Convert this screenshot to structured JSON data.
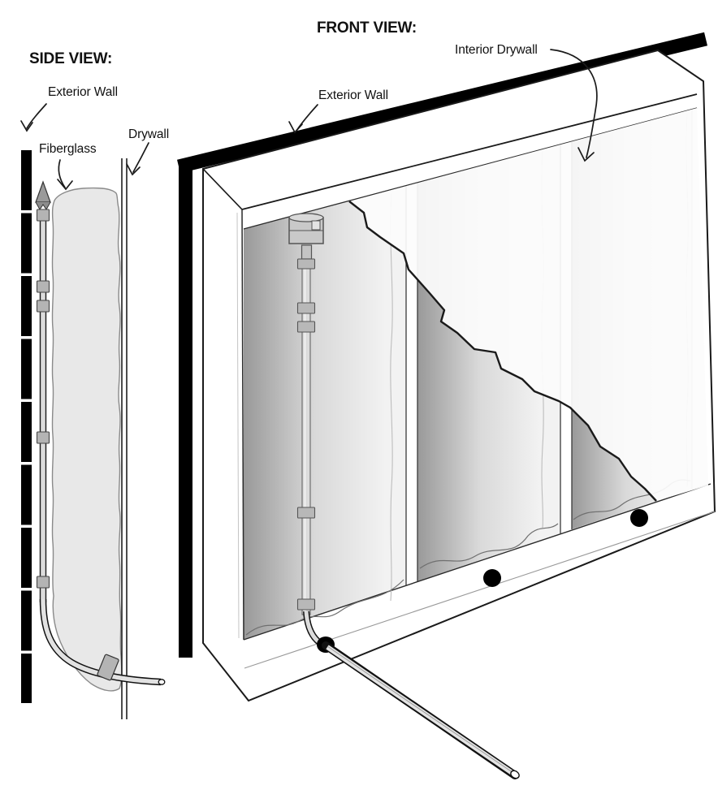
{
  "diagram": {
    "subject": "wall-insulation-installation-diagram",
    "side_view": {
      "title": "SIDE VIEW:",
      "labels": {
        "exterior_wall": "Exterior Wall",
        "fiberglass": "Fiberglass",
        "drywall": "Drywall"
      }
    },
    "front_view": {
      "title": "FRONT VIEW:",
      "labels": {
        "interior_drywall": "Interior Drywall",
        "exterior_wall": "Exterior Wall"
      },
      "drill_holes_count": 3
    },
    "colors": {
      "line": "#1a1a1a",
      "exterior_wall_black": "#000000",
      "fiberglass_fill": "#e8e8e8",
      "insulation_dark": "#999999",
      "insulation_light": "#f2f2f2",
      "rod_fill": "#d8d8d8",
      "coupling_fill": "#b4b4b4",
      "drywall_overlay": "rgba(252,252,252,0.93)"
    }
  }
}
